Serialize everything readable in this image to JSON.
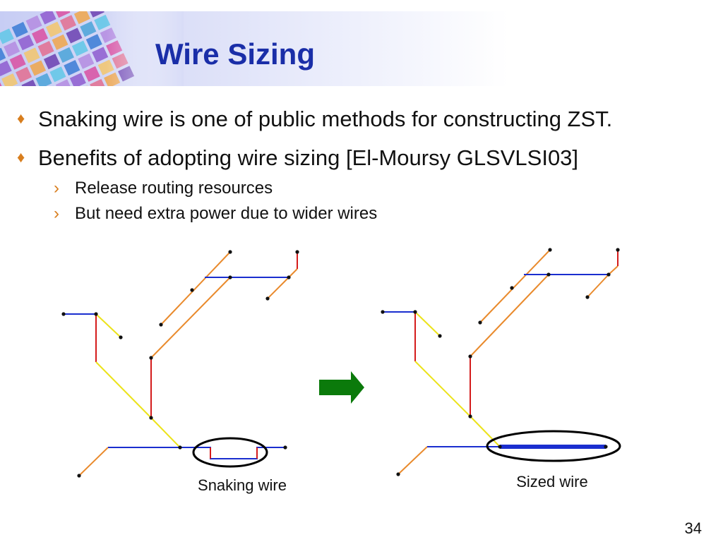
{
  "slide": {
    "title": "Wire Sizing",
    "bullets": [
      "Snaking wire is one of public methods for constructing ZST.",
      "Benefits of adopting wire sizing [El-Moursy GLSVLSI03]"
    ],
    "sub_bullets": [
      "Release routing resources",
      "But need extra power due to wider wires"
    ],
    "bullet_marker": "♦",
    "sub_marker": "›",
    "page_number": "34"
  },
  "diagram": {
    "left_caption": "Snaking wire",
    "right_caption": "Sized wire",
    "colors": {
      "orange": "#e98a2c",
      "blue": "#1a2ecf",
      "red": "#d41b1b",
      "yellow": "#ece31a",
      "arrow": "#0b7a0b",
      "title": "#1a2ea8",
      "bullet": "#d87e1e"
    }
  },
  "icons": {
    "banner": "chip-wafer-image",
    "arrow": "right-arrow-icon"
  }
}
